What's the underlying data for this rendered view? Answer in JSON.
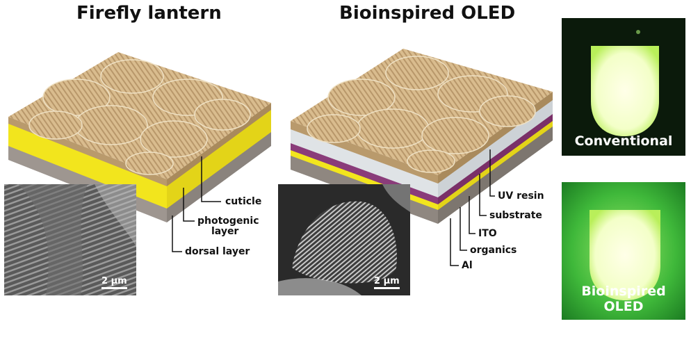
{
  "titles": {
    "left": "Firefly lantern",
    "middle": "Bioinspired OLED"
  },
  "firefly_labels": {
    "cuticle": "cuticle",
    "photogenic_line1": "photogenic",
    "photogenic_line2": "layer",
    "dorsal": "dorsal layer"
  },
  "oled_labels": {
    "uv_resin": "UV resin",
    "substrate": "substrate",
    "ito": "ITO",
    "organics": "organics",
    "al": "Al"
  },
  "sem": {
    "left_scale": "2 μm",
    "right_scale": "2 μm"
  },
  "photos": {
    "top_caption": "Conventional",
    "bottom_caption": "Bioinspired OLED"
  },
  "colors": {
    "surface": "#d6b98a",
    "surface_dark": "#a9885a",
    "yellow_layer": "#f2e51d",
    "gray_layer": "#9e9690",
    "white_layer": "#dfe3e6",
    "purple_layer": "#8a3c7a",
    "glow": "#e8ffb0",
    "green_bg": "#2fa82c"
  }
}
